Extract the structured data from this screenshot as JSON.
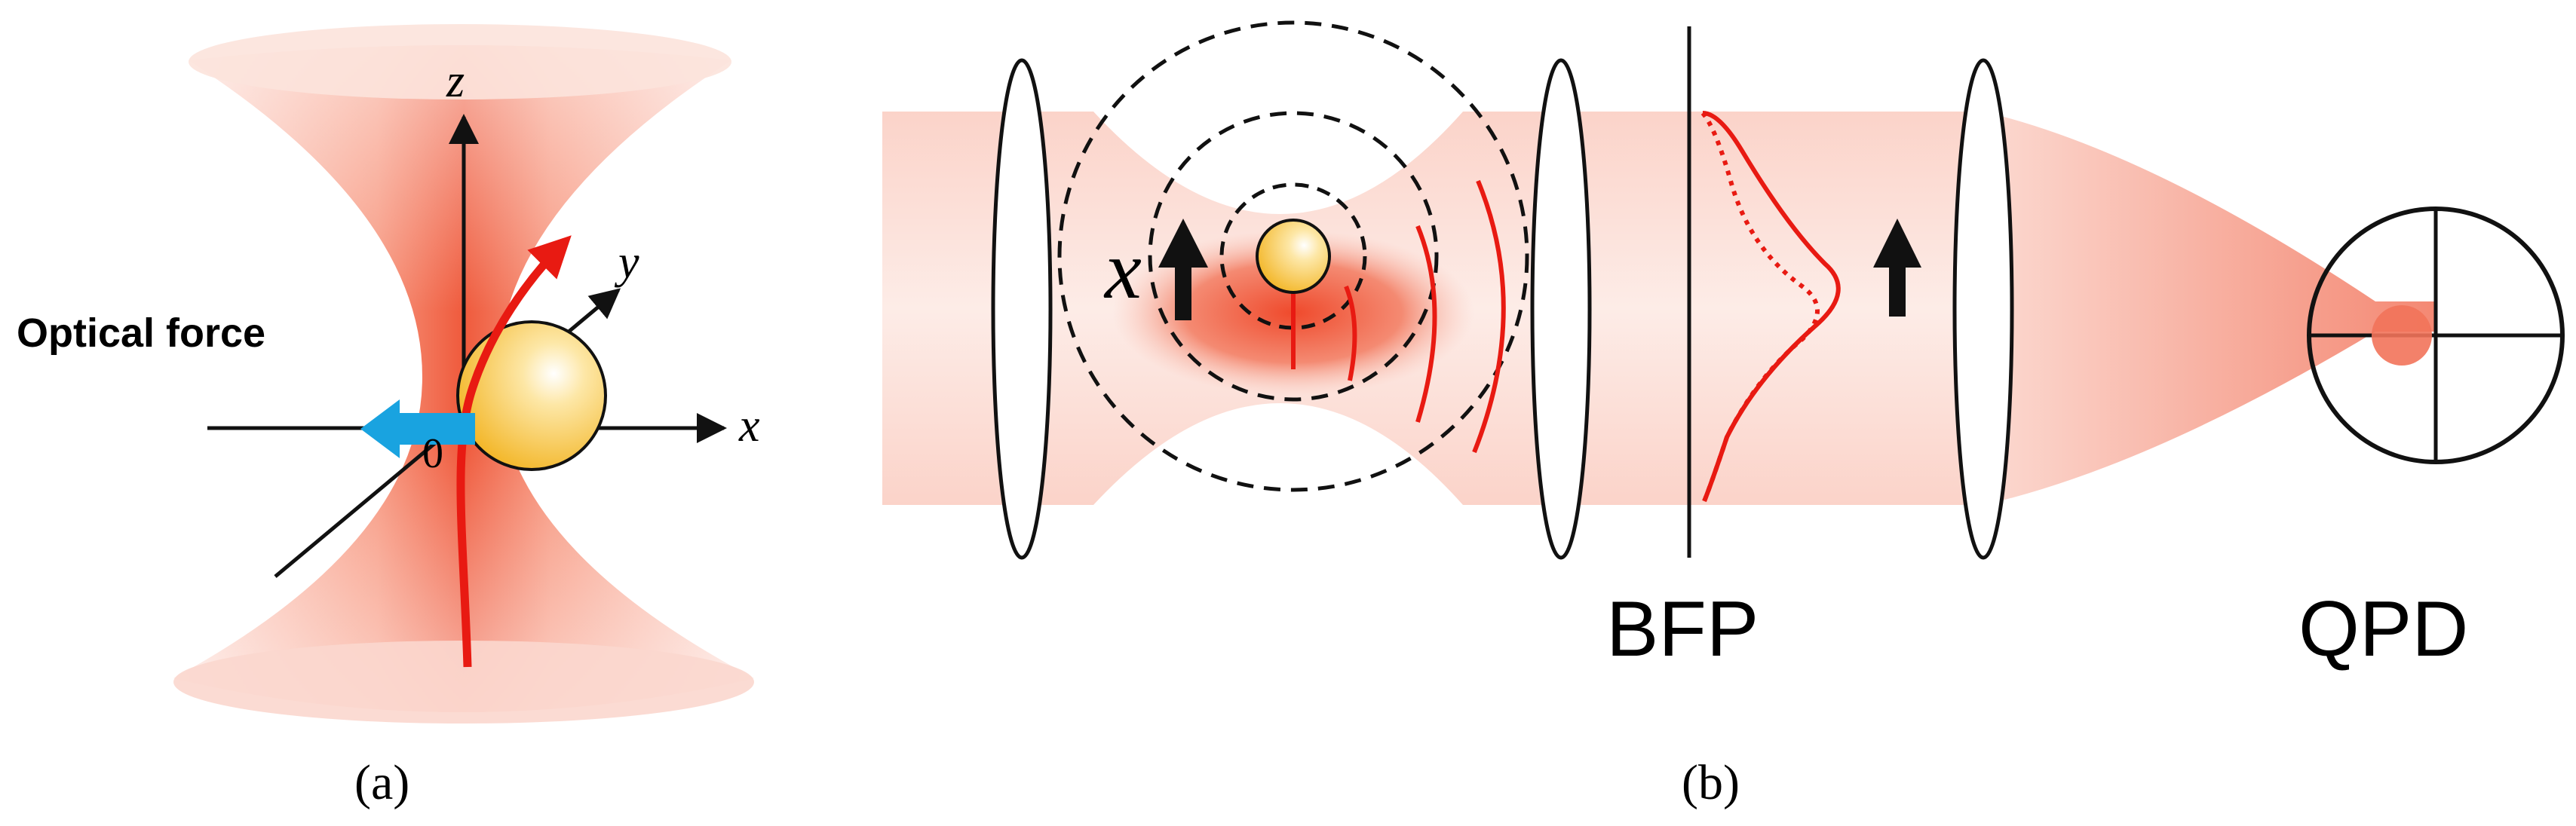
{
  "panel_a": {
    "caption": "(a)",
    "axis_x": "x",
    "axis_y": "y",
    "axis_z": "z",
    "origin": "0",
    "force_label": "Optical force"
  },
  "panel_b": {
    "caption": "(b)",
    "displacement_label": "x",
    "bfp_label": "BFP",
    "qpd_label": "QPD"
  },
  "colors": {
    "beam": "#f9a898",
    "beam_core": "#f05a40",
    "trajectory_red": "#e81a12",
    "force_arrow": "#19a3e0",
    "bead": "#f6c445",
    "line": "#111111"
  }
}
